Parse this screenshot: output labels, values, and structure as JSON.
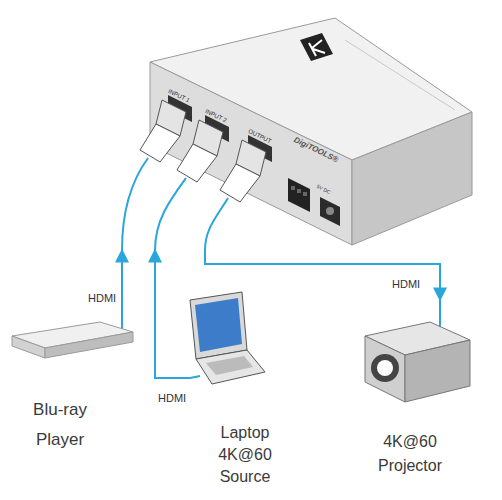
{
  "diagram": {
    "nodes": [
      {
        "text": [
          "INPUT 1",
          "INPUT 2",
          "OUTPUT",
          "DigiTOOLS®",
          "5V DC"
        ]
      },
      {
        "text": [
          "Blu-ray Player"
        ]
      },
      {
        "text": [
          "Laptop 4K@60 Source"
        ]
      },
      {
        "text": [
          "4K@60 Projector"
        ]
      }
    ],
    "edges": [
      {
        "from": 1,
        "to": 0,
        "label": "HDMI",
        "arrow": "to"
      },
      {
        "from": 2,
        "to": 0,
        "label": "HDMI",
        "arrow": "to"
      },
      {
        "from": 0,
        "to": 3,
        "label": "HDMI",
        "arrow": "to"
      }
    ]
  }
}
